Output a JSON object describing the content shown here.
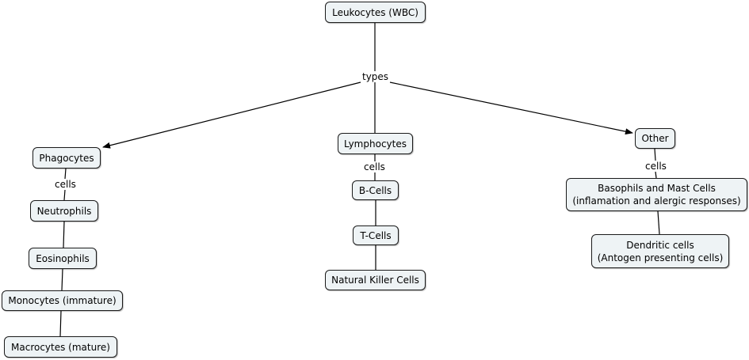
{
  "nodes": {
    "leukocytes": "Leukocytes (WBC)",
    "phagocytes": "Phagocytes",
    "lymphocytes": "Lymphocytes",
    "other": "Other",
    "neutrophils": "Neutrophils",
    "eosinophils": "Eosinophils",
    "monocytes": "Monocytes (immature)",
    "macrocytes": "Macrocytes (mature)",
    "b_cells": "B-Cells",
    "t_cells": "T-Cells",
    "nk_cells": "Natural Killer Cells",
    "basophils": {
      "line1": "Basophils and Mast Cells",
      "line2": "(inflamation and alergic responses)"
    },
    "dendritic": {
      "line1": "Dendritic cells",
      "line2": "(Antogen presenting cells)"
    }
  },
  "links": {
    "types": "types",
    "cells_phagocytes": "cells",
    "cells_lymphocytes": "cells",
    "cells_other": "cells"
  }
}
